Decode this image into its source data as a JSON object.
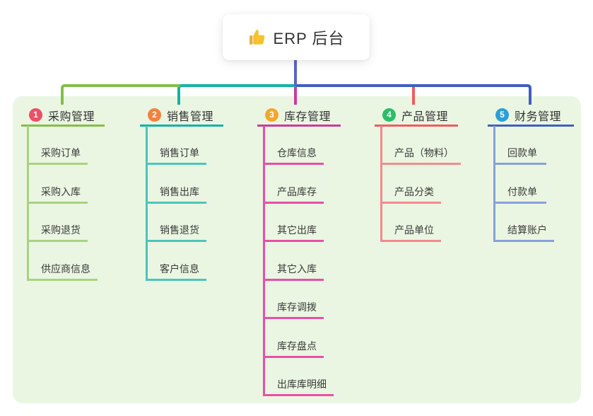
{
  "root": {
    "label": "ERP 后台",
    "icon": "thumbs-up-icon"
  },
  "colors": {
    "canvas_bg": "#ffffff",
    "panel_bg": "#eaf6e2",
    "root_card_bg": "#ffffff",
    "root_connector": "#5a64c9",
    "text_dark": "#333333",
    "text_child": "#3a3a3a",
    "thumb_yellow": "#f7c22d",
    "thumb_cuff": "#e9a83a"
  },
  "branches": [
    {
      "badge": "1",
      "label": "采购管理",
      "badge_color": "#ef4e68",
      "line_color": "#85bd4a",
      "child_line_color": "#a6d380",
      "children": [
        "采购订单",
        "采购入库",
        "采购退货",
        "供应商信息"
      ]
    },
    {
      "badge": "2",
      "label": "销售管理",
      "badge_color": "#f5813f",
      "line_color": "#16b2a5",
      "child_line_color": "#4cc5b9",
      "children": [
        "销售订单",
        "销售出库",
        "销售退货",
        "客户信息"
      ]
    },
    {
      "badge": "3",
      "label": "库存管理",
      "badge_color": "#f3a72b",
      "line_color": "#cb3aa1",
      "child_line_color": "#e94fa7",
      "children": [
        "仓库信息",
        "产品库存",
        "其它出库",
        "其它入库",
        "库存调拨",
        "库存盘点",
        "出库库明细"
      ]
    },
    {
      "badge": "4",
      "label": "产品管理",
      "badge_color": "#2cbd68",
      "line_color": "#f15b5e",
      "child_line_color": "#f5898d",
      "children": [
        "产品（物料）",
        "产品分类",
        "产品单位"
      ]
    },
    {
      "badge": "5",
      "label": "财务管理",
      "badge_color": "#2a9fd9",
      "line_color": "#3f5ec2",
      "child_line_color": "#88a0dc",
      "children": [
        "回款单",
        "付款单",
        "结算账户"
      ]
    }
  ]
}
